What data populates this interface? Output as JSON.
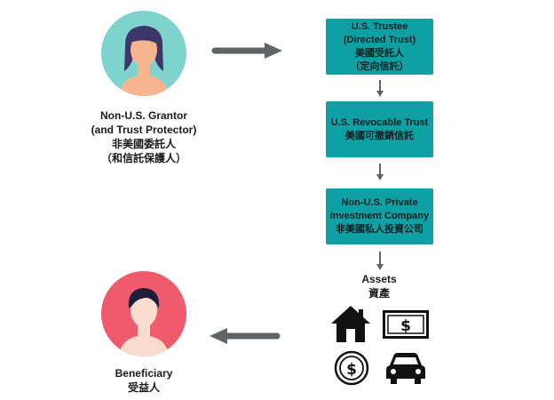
{
  "grantor": {
    "line1": "Non-U.S. Grantor",
    "line2": "(and Trust Protector)",
    "line3": "非美國委託人",
    "line4": "（和信託保護人）"
  },
  "beneficiary": {
    "line1": "Beneficiary",
    "line2": "受益人"
  },
  "boxes": [
    {
      "line1": "U.S. Trustee",
      "line2": "(Directed Trust)",
      "line3": "美國受託人",
      "line4": "（定向信託）"
    },
    {
      "line1": "U.S. Revocable Trust",
      "line2": "美國可撤銷信託"
    },
    {
      "line1": "Non-U.S. Private",
      "line2": "Investment Company",
      "line3": "非美國私人投資公司"
    }
  ],
  "assets": {
    "line1": "Assets",
    "line2": "資產",
    "icons": [
      "house-icon",
      "banknote-icon",
      "coin-icon",
      "car-icon"
    ]
  },
  "colors": {
    "teal_box": "#0fa0a4",
    "grantor_circle": "#7fd3cf",
    "beneficiary_circle": "#ef5b6c",
    "arrow": "#5f6566",
    "skin": "#f6b48f",
    "hair": "#3d3768"
  }
}
